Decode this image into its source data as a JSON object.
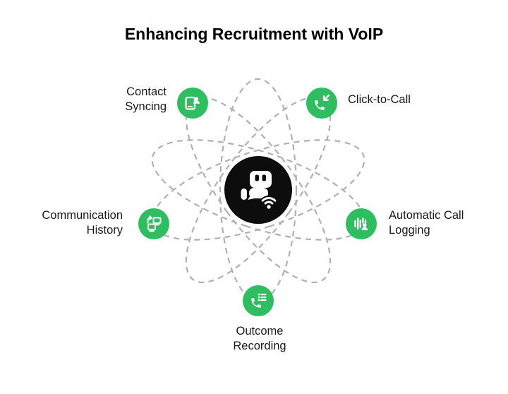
{
  "title": "Enhancing Recruitment with VoIP",
  "colors": {
    "node_green": "#2ebd5f",
    "center_black": "#0d0d0d",
    "orbit_gray": "#b0b0b0",
    "label_text": "#1a1a1a",
    "background": "#ffffff"
  },
  "center": {
    "icon": "chatbot-wifi-icon"
  },
  "orbits": {
    "count": 5,
    "style": "dashed",
    "rotation_degrees": [
      0,
      36,
      72,
      108,
      144
    ]
  },
  "nodes": [
    {
      "id": "contact-syncing",
      "icon": "phone-contact-icon",
      "lines": [
        "Contact",
        "Syncing"
      ]
    },
    {
      "id": "click-to-call",
      "icon": "phone-incoming-call-icon",
      "lines": [
        "Click-to-Call"
      ]
    },
    {
      "id": "communication-history",
      "icon": "computers-sync-icon",
      "lines": [
        "Communication",
        "History"
      ]
    },
    {
      "id": "automatic-call-logging",
      "icon": "voice-waveform-person-icon",
      "lines": [
        "Automatic Call",
        "Logging"
      ]
    },
    {
      "id": "outcome-recording",
      "icon": "phone-checklist-icon",
      "lines": [
        "Outcome",
        "Recording"
      ]
    }
  ]
}
